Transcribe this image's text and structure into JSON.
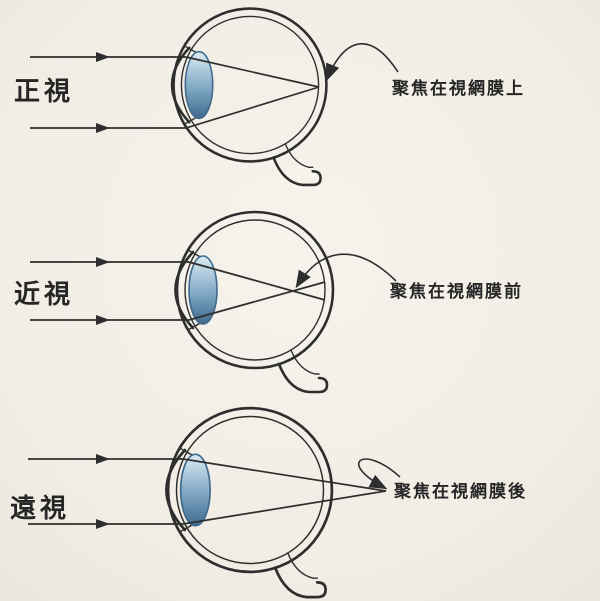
{
  "colors": {
    "background": "#f1ede5",
    "line": "#2e2e2e",
    "lens_top": "#dcebf4",
    "lens_mid": "#7fa8c4",
    "lens_bottom": "#41688b",
    "text": "#262626"
  },
  "rows": [
    {
      "label": "正視",
      "annotation": "聚焦在視網膜上"
    },
    {
      "label": "近視",
      "annotation": "聚焦在視網膜前"
    },
    {
      "label": "遠視",
      "annotation": "聚焦在視網膜後"
    }
  ]
}
